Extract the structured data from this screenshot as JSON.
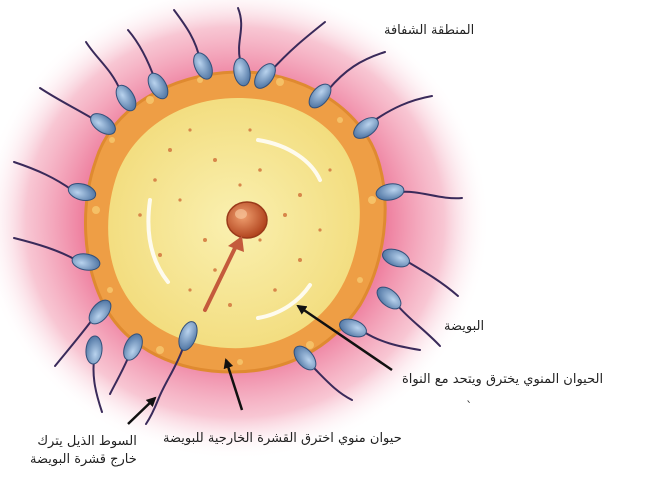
{
  "labels": {
    "zona": "المنطقة الشفافة",
    "egg": "البويضة",
    "penetrating": "الحيوان المنوي يخترق ويتحد مع النواة",
    "crossed": "حيوان منوي اخترق القشرة الخارجية للبويضة",
    "tail_line1": "السوط الذيل يترك",
    "tail_line2": "خارج قشرة البويضة",
    "mark": "`"
  },
  "colors": {
    "halo": "#ec6f93",
    "corona": "#eea24a",
    "egg": "#f6e99a",
    "nucleus": "#c95a2e",
    "sperm_head": "#6f9bc8",
    "arrow": "#111111",
    "inner_arrow": "#c45a3c"
  }
}
